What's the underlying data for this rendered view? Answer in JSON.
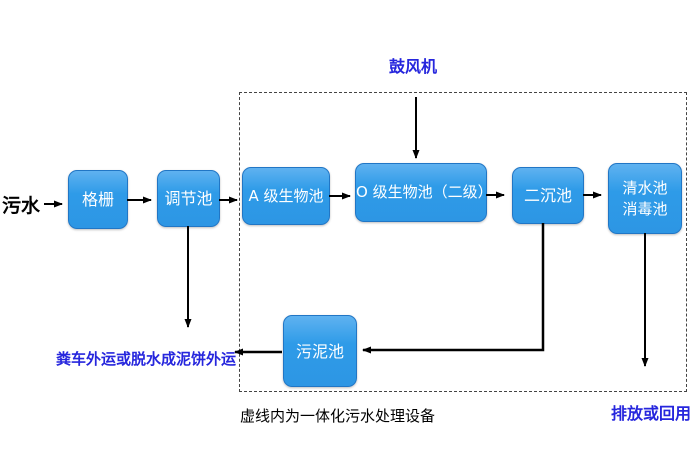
{
  "diagram": {
    "nodes": {
      "grid": "格栅",
      "regulating_tank": "调节池",
      "a_bio_tank": "A 级生物池",
      "o_bio_tank": "O 级生物池（二级）",
      "secondary_sedimentation_tank": "二沉池",
      "clear_water_tank_line1": "清水池",
      "clear_water_tank_line2": "消毒池",
      "sludge_tank": "污泥池"
    },
    "labels": {
      "inflow": "污水",
      "blower": "鼓风机",
      "sludge_disposal": "粪车外运或脱水成泥饼外运",
      "discharge": "排放或回用",
      "boundary_caption": "虚线内为一体化污水处理设备"
    },
    "colors": {
      "box_fill": "#2E9BE8",
      "box_fill_highlight": "#5FB2F0",
      "box_border": "#2176C5",
      "box_text": "#FFFFFF",
      "accent_blue_text": "#2626DD",
      "arrow": "#000000",
      "dashed_border": "#444444"
    }
  }
}
